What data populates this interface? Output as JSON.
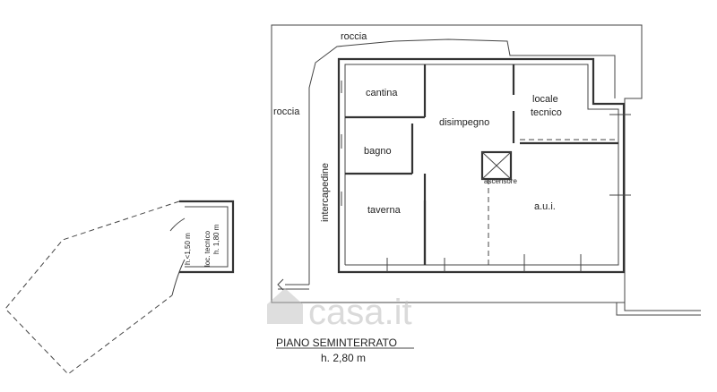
{
  "rooms": {
    "cantina": "cantina",
    "disimpegno": "disimpegno",
    "locale_tecnico_1": "locale",
    "locale_tecnico_2": "tecnico",
    "bagno": "bagno",
    "taverna": "taverna",
    "aui": "a.u.i.",
    "intercapedine": "intercapedine",
    "ascensore": "ascensore"
  },
  "terrain": {
    "roccia_top": "roccia",
    "roccia_left": "roccia"
  },
  "annex": {
    "loc_tecnico": "loc. tecnico",
    "height_1": "h. 1,80 m",
    "height_2": "h.<1,50 m"
  },
  "footer": {
    "floor_name": "PIANO SEMINTERRATO",
    "floor_height": "h. 2,80 m"
  },
  "watermark": {
    "text": "casa.it",
    "icon": "house-icon"
  },
  "colors": {
    "lines": "#333333",
    "watermark": "#bdbdbd"
  }
}
